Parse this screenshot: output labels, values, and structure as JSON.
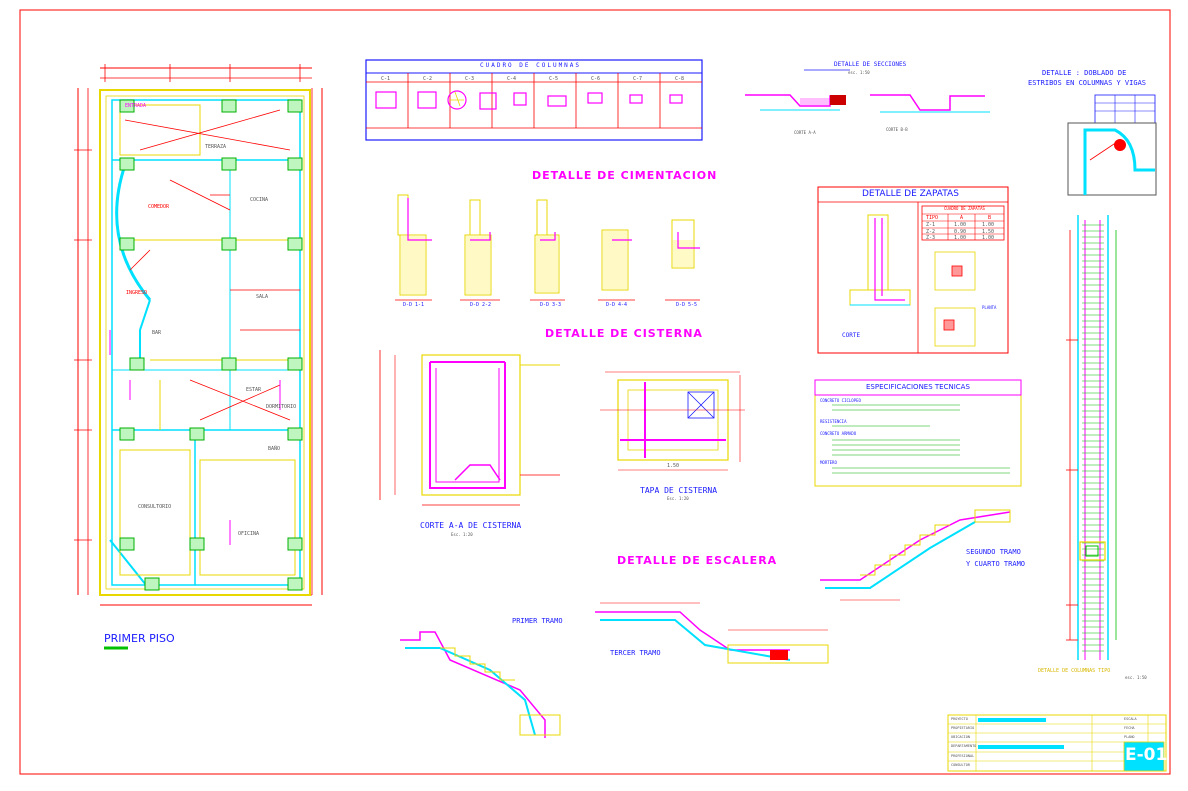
{
  "sheet": {
    "code": "E-01",
    "title_block_rows": [
      "PROYECTO",
      "PROPIETARIO",
      "UBICACION",
      "DEPARTAMENTO",
      "PROFESIONAL",
      "CONSULTOR"
    ],
    "title_block_right": [
      "ESCALA",
      "FECHA",
      "PLANO"
    ]
  },
  "plan": {
    "title": "PRIMER PISO",
    "rooms": [
      "ENTRADA",
      "TERRAZA",
      "COCINA",
      "COMEDOR",
      "SALA",
      "INGRESO",
      "BAR",
      "ESTAR",
      "BAÑO",
      "DORMITORIO",
      "CONSULTORIO",
      "OFICINA"
    ]
  },
  "columns_table": {
    "title": "CUADRO DE COLUMNAS",
    "types": [
      "C-1",
      "C-2",
      "C-3",
      "C-4",
      "C-5",
      "C-6",
      "C-7",
      "C-8"
    ]
  },
  "sections_detail": {
    "title": "DETALLE DE SECCIONES",
    "scale": "esc. 1:50",
    "cuts": [
      "CORTE A-A",
      "CORTE B-B"
    ]
  },
  "stirrups_detail": {
    "title_line1": "DETALLE : DOBLADO DE",
    "title_line2": "ESTRIBOS EN COLUMNAS Y VIGAS"
  },
  "foundation_detail": {
    "title": "DETALLE DE CIMENTACION",
    "cuts": [
      "D-D 1-1",
      "D-D 2-2",
      "D-D 3-3",
      "D-D 4-4",
      "D-D 5-5"
    ]
  },
  "footings_detail": {
    "title": "DETALLE DE ZAPATAS",
    "table_title": "CUADRO DE ZAPATAS",
    "headers": [
      "TIPO",
      "A",
      "B"
    ],
    "rows": [
      [
        "Z-1",
        "1.00",
        "1.00"
      ],
      [
        "Z-2",
        "0.90",
        "1.50"
      ],
      [
        "Z-3",
        "1.00",
        "1.00"
      ]
    ],
    "cut_label": "CORTE",
    "plan_label": "PLANTA"
  },
  "cistern_detail": {
    "title": "DETALLE DE CISTERNA",
    "cut_label": "CORTE A-A DE CISTERNA",
    "cut_scale": "Esc. 1:20",
    "lid_label": "TAPA DE CISTERNA",
    "lid_scale": "Esc. 1:20",
    "lid_width": "1.50"
  },
  "specs": {
    "title": "ESPECIFICACIONES TECNICAS",
    "sections": [
      "CONCRETO CICLOPEO",
      "RESISTENCIA",
      "CONCRETO ARMADO",
      "MORTERO"
    ]
  },
  "stairs_detail": {
    "title": "DETALLE DE ESCALERA",
    "flights": [
      "PRIMER TRAMO",
      "SEGUNDO TRAMO",
      "Y CUARTO TRAMO",
      "TERCER TRAMO"
    ]
  },
  "column_elevation": {
    "caption": "DETALLE DE COLUMNAS TIPO",
    "scale": "esc. 1:50"
  },
  "colors": {
    "border": "#ff0000",
    "magenta": "#ff00ff",
    "cyan": "#00e0ff",
    "yellow": "#e8d800",
    "green": "#00c000",
    "blue": "#1a1aff"
  }
}
